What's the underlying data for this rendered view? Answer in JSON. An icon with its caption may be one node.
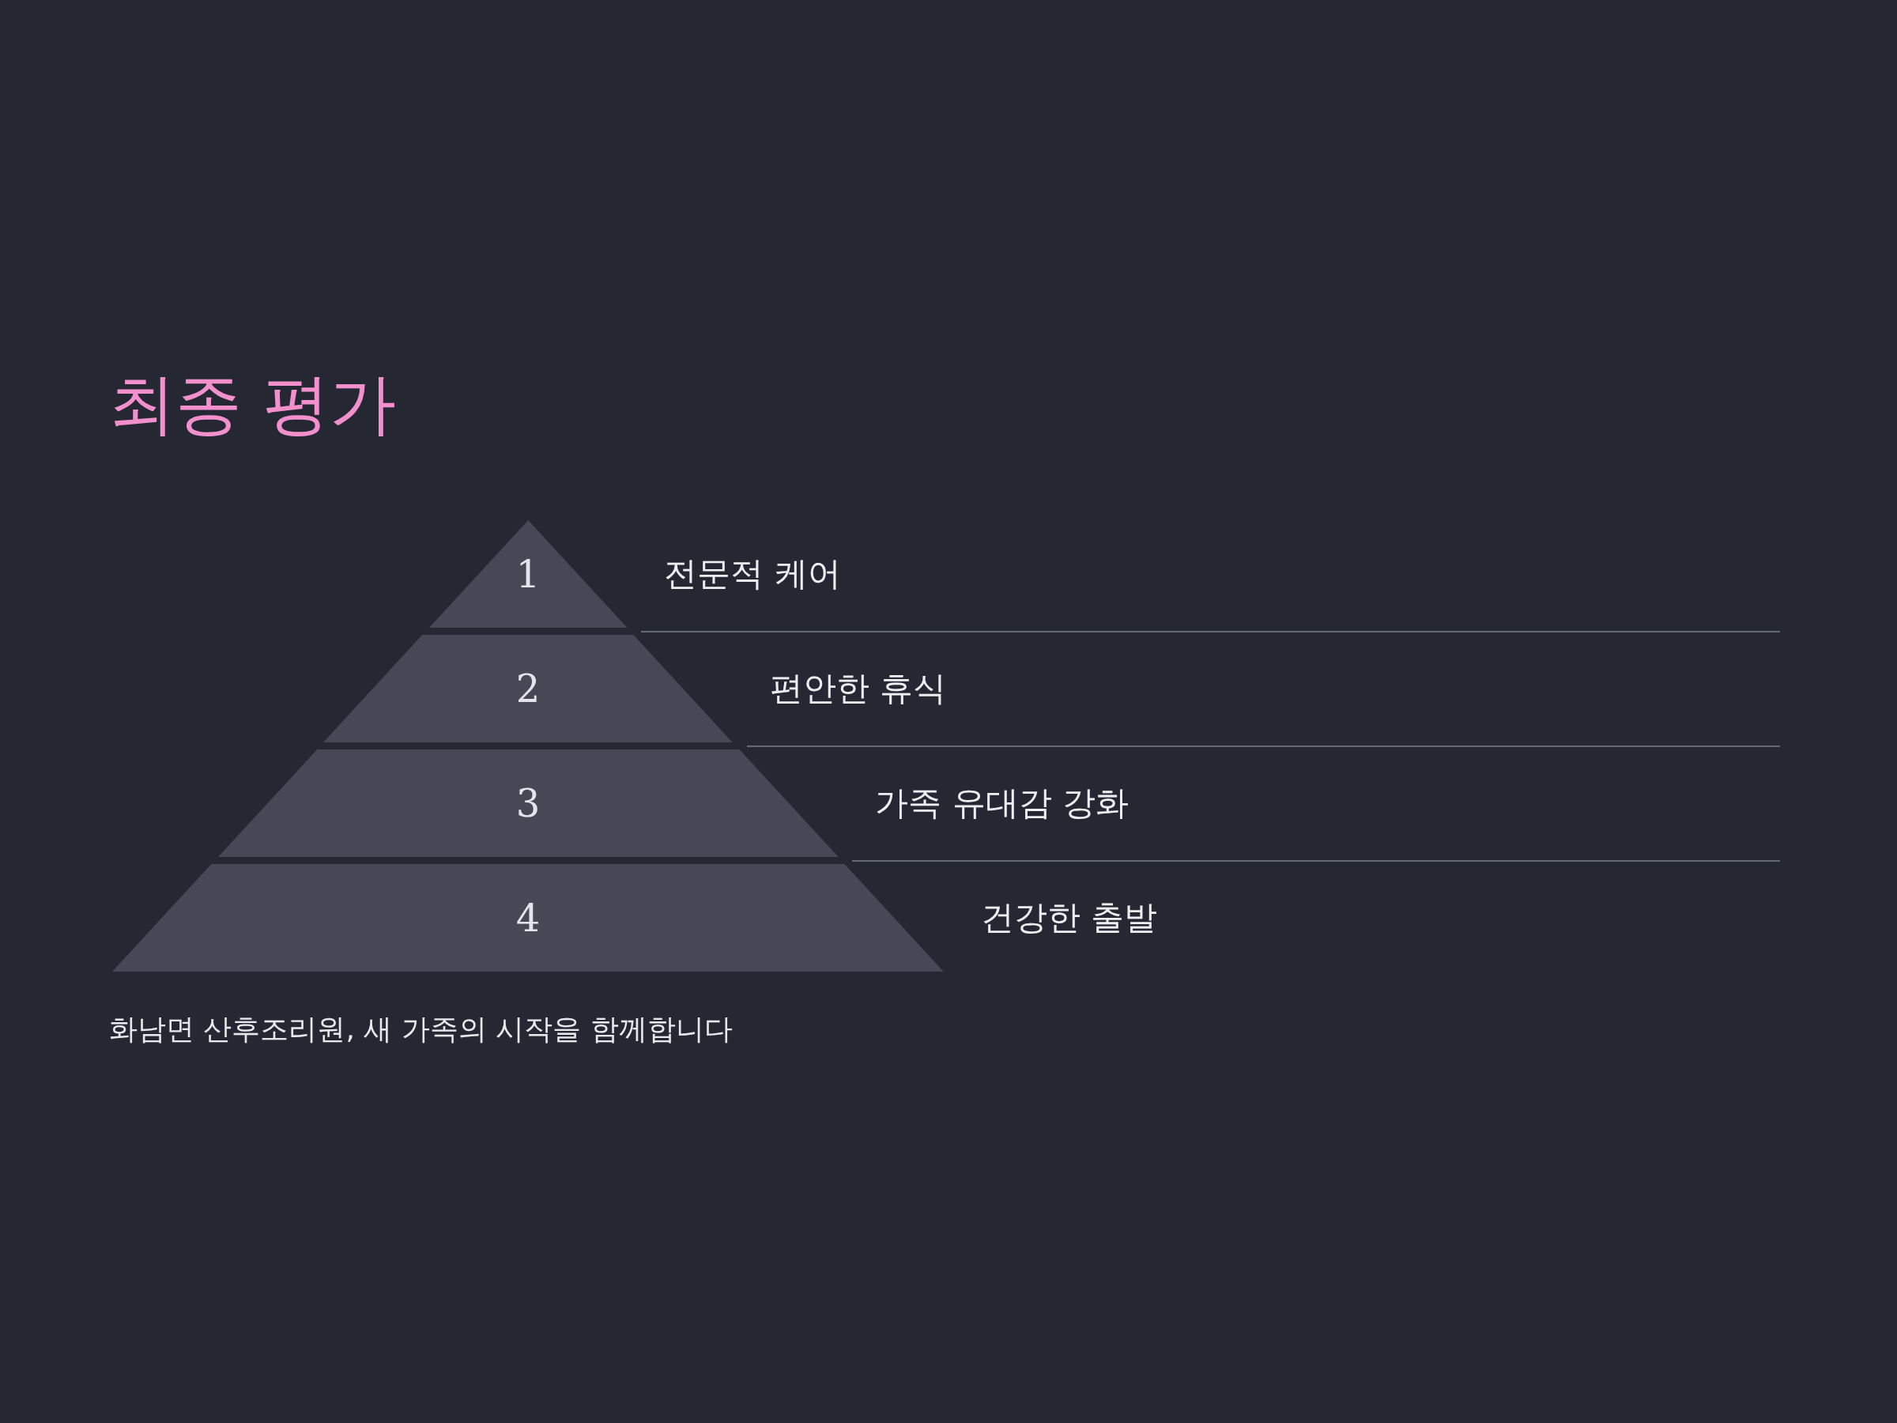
{
  "diagram": {
    "title": "최종 평가",
    "nodes": [
      {
        "text": [
          "1"
        ],
        "beside": [
          "전문적 케어"
        ]
      },
      {
        "text": [
          "2"
        ],
        "beside": [
          "편안한 휴식"
        ]
      },
      {
        "text": [
          "3"
        ],
        "beside": [
          "가족 유대감 강화"
        ]
      },
      {
        "text": [
          "4"
        ],
        "beside": [
          "건강한 출발"
        ]
      }
    ],
    "caption": "화남면 산후조리원, 새 가족의 시작을 함께합니다"
  }
}
